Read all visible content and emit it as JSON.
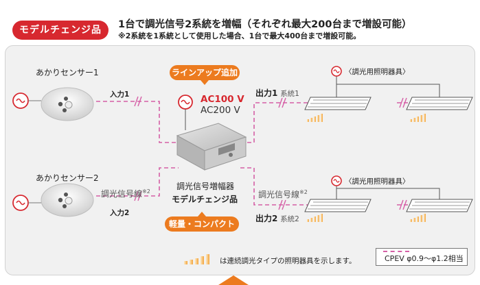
{
  "header": {
    "badge": "モデルチェンジ品",
    "line1": "1台で調光信号2系統を増幅（それぞれ最大200台まで増設可能）",
    "line2": "※2系統を1系統として使用した場合、1台で最大400台まで増設可能。"
  },
  "sensors": [
    {
      "label": "あかりセンサー1",
      "input": "入力1"
    },
    {
      "label": "あかりセンサー2",
      "input": "入力2"
    }
  ],
  "signal_line": {
    "label": "調光信号線",
    "note": "※2"
  },
  "amplifier": {
    "tag_top": "ラインアップ追加",
    "voltage1": "AC100 V",
    "voltage2": "AC200 V",
    "name": "調光信号増幅器",
    "model": "モデルチェンジ品",
    "tag_bottom": "軽量・コンパクト"
  },
  "outputs": [
    {
      "output": "出力1",
      "system": "系統1",
      "fixture_label": "〈調光用照明器具〉"
    },
    {
      "output": "出力2",
      "system": "系統2",
      "fixture_label": "〈調光用照明器具〉"
    }
  ],
  "legend": {
    "continuous": "は連続調光タイプの照明器具を示します。",
    "cable": "CPEV φ0.9〜φ1.2相当"
  },
  "colors": {
    "accent_red": "#d7282f",
    "accent_orange": "#ec7b1f",
    "signal_pink": "#d55fa6"
  }
}
